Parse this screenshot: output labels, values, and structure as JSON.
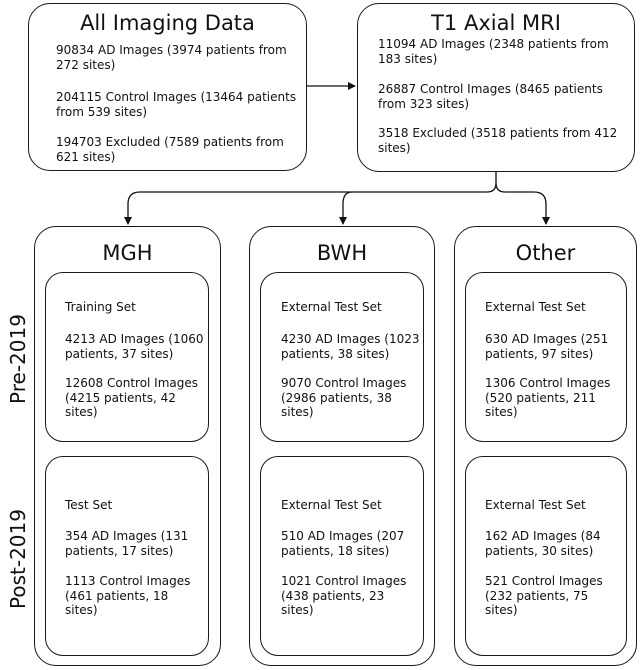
{
  "all_imaging": {
    "title": "All Imaging Data",
    "ad": "90834 AD Images (3974 patients from\n272 sites)",
    "control": "204115 Control Images (13464 patients\nfrom 539 sites)",
    "excluded": "194703 Excluded (7589 patients from\n621 sites)"
  },
  "t1_axial": {
    "title": "T1 Axial MRI",
    "ad": "11094 AD Images (2348 patients from\n183 sites)",
    "control": "26887 Control Images (8465 patients\nfrom 323 sites)",
    "excluded": "3518 Excluded (3518 patients from 412\nsites)"
  },
  "columns": [
    {
      "title": "MGH",
      "pre": {
        "set": "Training Set",
        "ad": "4213 AD Images (1060\npatients, 37 sites)",
        "control": "12608 Control Images\n(4215 patients, 42\nsites)"
      },
      "post": {
        "set": "Test Set",
        "ad": "354 AD Images (131\npatients, 17 sites)",
        "control": "1113 Control Images\n(461 patients, 18\nsites)"
      }
    },
    {
      "title": "BWH",
      "pre": {
        "set": "External Test Set",
        "ad": "4230 AD Images (1023\npatients, 38 sites)",
        "control": "9070 Control Images\n(2986 patients, 38\nsites)"
      },
      "post": {
        "set": "External Test Set",
        "ad": "510 AD Images (207\npatients, 18 sites)",
        "control": "1021 Control Images\n(438 patients, 23\nsites)"
      }
    },
    {
      "title": "Other",
      "pre": {
        "set": "External Test Set",
        "ad": "630 AD Images (251\npatients, 97 sites)",
        "control": "1306 Control Images\n(520 patients, 211\nsites)"
      },
      "post": {
        "set": "External Test Set",
        "ad": "162 AD Images (84\npatients, 30 sites)",
        "control": "521 Control Images\n(232 patients, 75\nsites)"
      }
    }
  ],
  "row_labels": {
    "pre": "Pre-2019",
    "post": "Post-2019"
  }
}
